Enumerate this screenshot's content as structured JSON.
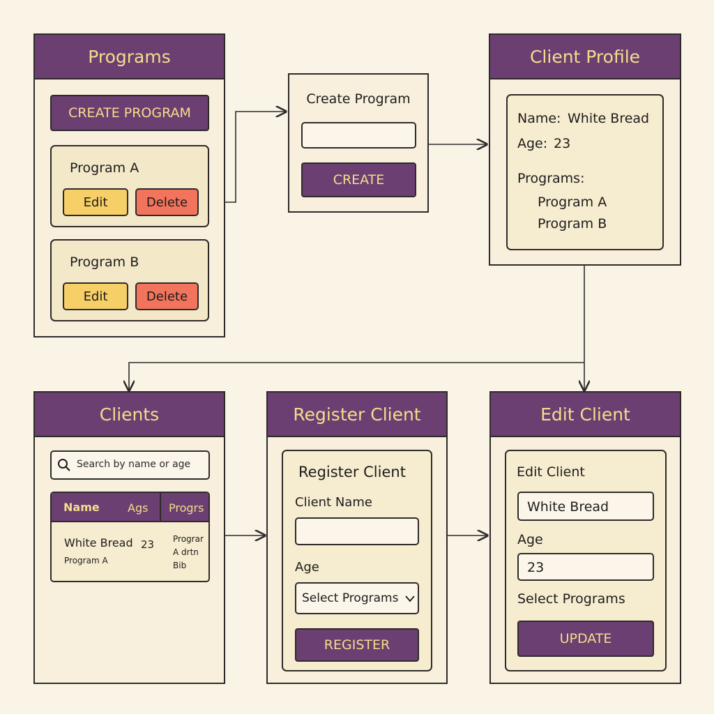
{
  "programs": {
    "title": "Programs",
    "create_label": "CREATE PROGRAM",
    "items": [
      {
        "name": "Program A",
        "edit": "Edit",
        "delete": "Delete"
      },
      {
        "name": "Program B",
        "edit": "Edit",
        "delete": "Delete"
      }
    ]
  },
  "create_program": {
    "title": "Create Program",
    "input_value": "",
    "button": "CREATE"
  },
  "client_profile": {
    "title": "Client Profile",
    "name_label": "Name:",
    "name_value": "White Bread",
    "age_label": "Age:",
    "age_value": "23",
    "programs_label": "Programs:",
    "programs": [
      "Program A",
      "Program B"
    ]
  },
  "clients": {
    "title": "Clients",
    "search_placeholder": "Search by name or age",
    "columns": [
      "Name",
      "Ags",
      "Progrs"
    ],
    "row": {
      "name": "White Bread",
      "program": "Program A",
      "age": "23",
      "progs": [
        "Prograr",
        "A drtn",
        "Bib"
      ]
    }
  },
  "register_client": {
    "title": "Register Client",
    "heading": "Register Client",
    "name_label": "Client Name",
    "age_label": "Age",
    "select_label": "Select Programs",
    "button": "REGISTER"
  },
  "edit_client": {
    "title": "Edit Client",
    "heading": "Edit Client",
    "name_value": "White Bread",
    "age_label": "Age",
    "age_value": "23",
    "select_label": "Select Programs",
    "button": "UPDATE"
  },
  "colors": {
    "header": "#6b3f72",
    "header_text": "#f6dd8a",
    "panel": "#f8f0dc",
    "background": "#faf4e6",
    "edit": "#f7cf67",
    "delete": "#f2745c"
  }
}
